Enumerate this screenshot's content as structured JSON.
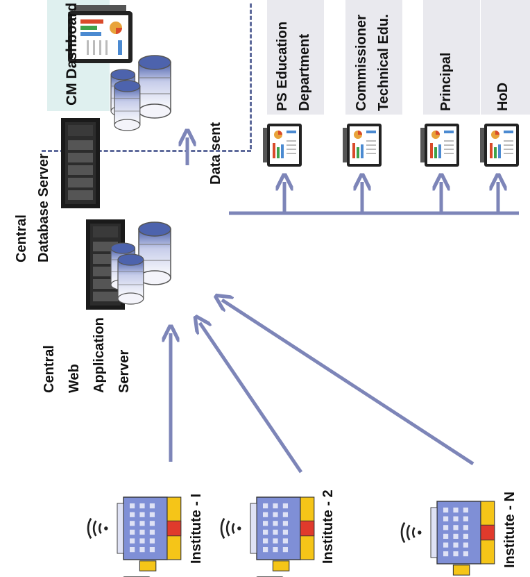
{
  "labels": {
    "cm_dashboard": "CM Dashboard",
    "ps_education_line1": "PS Education",
    "ps_education_line2": "Department",
    "commissioner_line1": "Commissioner",
    "commissioner_line2": "Technical Edu.",
    "principal": "Principal",
    "hod": "HoD",
    "data_sent": "Data sent",
    "central_db_line1": "Central",
    "central_db_line2": "Database Server",
    "central_web_line1": "Central",
    "central_web_line2": "Web",
    "central_web_line3": "Application",
    "central_web_line4": "Server",
    "institute_1": "Institute - I",
    "institute_2": "Institute - 2",
    "institute_n": "Institute - N"
  },
  "colors": {
    "arrow": "#7d85b8",
    "dashed": "#5e6a9b",
    "db_light": "#e4e6f4",
    "db_dark": "#4d63ad",
    "building_blue": "#7f8fd6",
    "building_yellow": "#f5c518",
    "building_red": "#e03a2c"
  }
}
